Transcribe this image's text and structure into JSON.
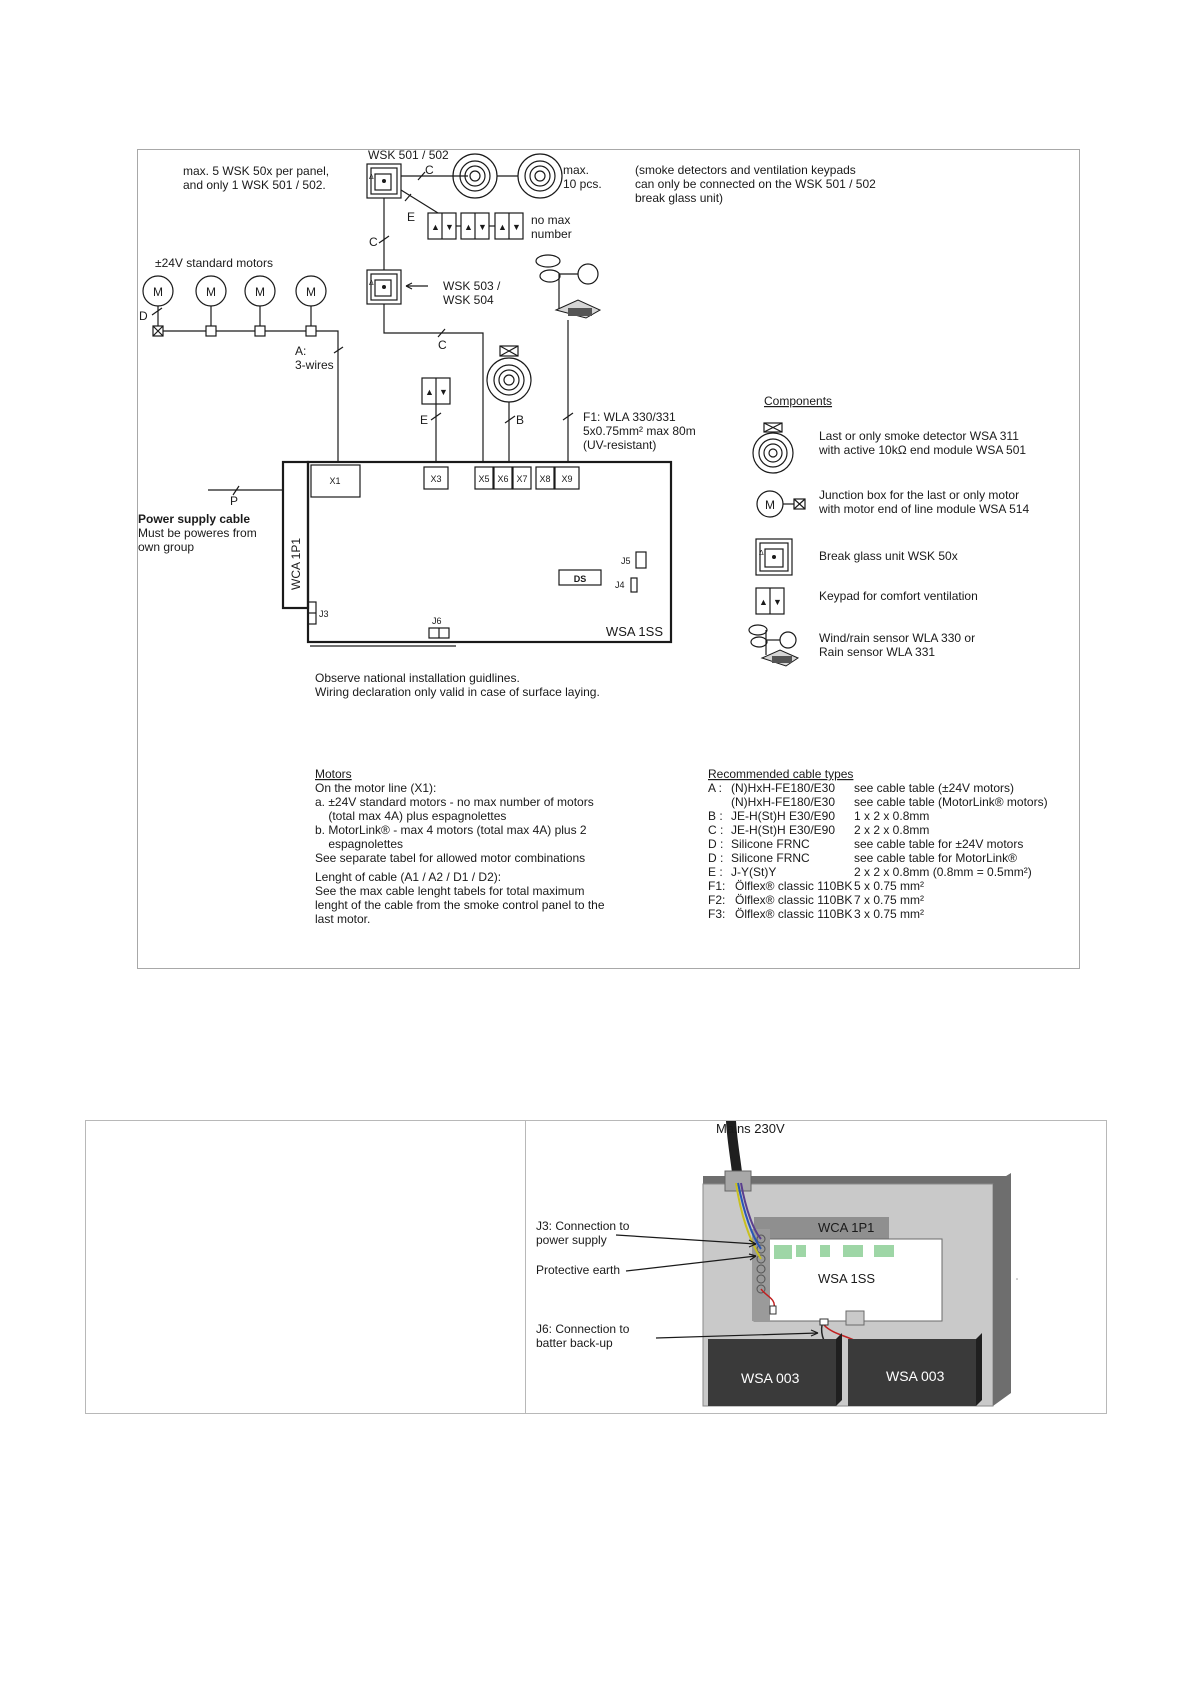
{
  "wiring": {
    "wsk501_title": "WSK 501 / 502",
    "max_wsk_note": [
      "max. 5 WSK 50x per panel,",
      "and only 1 WSK 501 / 502."
    ],
    "detector_max": [
      "max.",
      "10 pcs."
    ],
    "keypad_nomax": [
      "no max",
      "number"
    ],
    "smoke_note": [
      "(smoke detectors and ventilation keypads",
      "can only be connected on the WSK 501 / 502",
      "break glass unit)"
    ],
    "standard_motors": "±24V standard motors",
    "motor_symbol": "M",
    "wsk503": [
      "WSK 503 /",
      "WSK 504"
    ],
    "cable_a": [
      "A:",
      "3-wires"
    ],
    "f1_note": [
      "F1: WLA 330/331",
      "5x0.75mm² max 80m",
      "(UV-resistant)"
    ],
    "line_labels": {
      "c": "C",
      "e": "E",
      "b": "B",
      "d": "D",
      "p": "P"
    },
    "terminals": [
      "X1",
      "X3",
      "X5",
      "X6",
      "X7",
      "X8",
      "X9"
    ],
    "jumpers": {
      "j3": "J3",
      "j4": "J4",
      "j5": "J5",
      "j6": "J6",
      "ds": "DS"
    },
    "panel_name": "WSA 1SS",
    "wca_name": "WCA 1P1",
    "power_title": "Power supply cable",
    "power_note": [
      "Must be poweres from",
      "own group"
    ],
    "observe": [
      "Observe national installation guidlines.",
      "Wiring declaration only valid in case of surface laying."
    ]
  },
  "components": {
    "title": "Components",
    "items": [
      {
        "icon": "smoke-detector-icon",
        "lines": [
          "Last or only smoke detector WSA 311",
          "with active 10kΩ end module WSA 501"
        ]
      },
      {
        "icon": "motor-junction-icon",
        "lines": [
          "Junction box for the last or only motor",
          "with motor end of line module WSA 514"
        ]
      },
      {
        "icon": "break-glass-icon",
        "lines": [
          "Break glass unit WSK 50x"
        ]
      },
      {
        "icon": "keypad-icon",
        "lines": [
          "Keypad for comfort ventilation"
        ]
      },
      {
        "icon": "wind-rain-sensor-icon",
        "lines": [
          "Wind/rain sensor WLA 330 or",
          "Rain sensor WLA 331"
        ]
      }
    ]
  },
  "motors": {
    "title": "Motors",
    "lines": [
      "On the motor line (X1):",
      "a. ±24V standard  motors - no max number of motors",
      "    (total max 4A) plus espagnolettes",
      "b. MotorLink® - max 4 motors (total max 4A) plus 2",
      "    espagnolettes",
      "See separate tabel for allowed motor combinations"
    ],
    "cable_lines": [
      "Lenght of cable (A1 / A2 / D1 / D2):",
      "See the max cable lenght tabels for total maximum",
      "lenght of the cable from the smoke control panel to the",
      "last motor."
    ]
  },
  "cables": {
    "title": "Recommended cable types",
    "rows": [
      {
        "code": "A",
        "type": "(N)HxH-FE180/E30",
        "spec": "see cable table (±24V motors)"
      },
      {
        "code": "",
        "type": "(N)HxH-FE180/E30",
        "spec": "see cable table (MotorLink® motors)"
      },
      {
        "code": "B",
        "type": "JE-H(St)H E30/E90",
        "spec": "1 x 2 x 0.8mm"
      },
      {
        "code": "C",
        "type": "JE-H(St)H E30/E90",
        "spec": "2 x 2 x 0.8mm"
      },
      {
        "code": "D",
        "type": "Silicone FRNC",
        "spec": "see cable table for ±24V motors"
      },
      {
        "code": "D",
        "type": "Silicone FRNC",
        "spec": "see cable table for MotorLink®"
      },
      {
        "code": "E",
        "type": "J-Y(St)Y",
        "spec": "2 x 2 x 0.8mm    (0.8mm = 0.5mm²)"
      },
      {
        "code": "F1",
        "type": "Ölflex® classic 110BK",
        "spec": "5 x 0.75 mm²"
      },
      {
        "code": "F2",
        "type": "Ölflex® classic 110BK",
        "spec": "7 x 0.75 mm²"
      },
      {
        "code": "F3",
        "type": "Ölflex® classic 110BK",
        "spec": "3 x 0.75 mm²"
      }
    ]
  },
  "photo": {
    "mains": "Mains 230V",
    "j3": [
      "J3: Connection to",
      "power supply"
    ],
    "earth": "Protective earth",
    "j6": [
      "J6: Connection to",
      "batter back-up"
    ],
    "wca": "WCA 1P1",
    "wsa": "WSA 1SS",
    "battery": "WSA 003"
  }
}
